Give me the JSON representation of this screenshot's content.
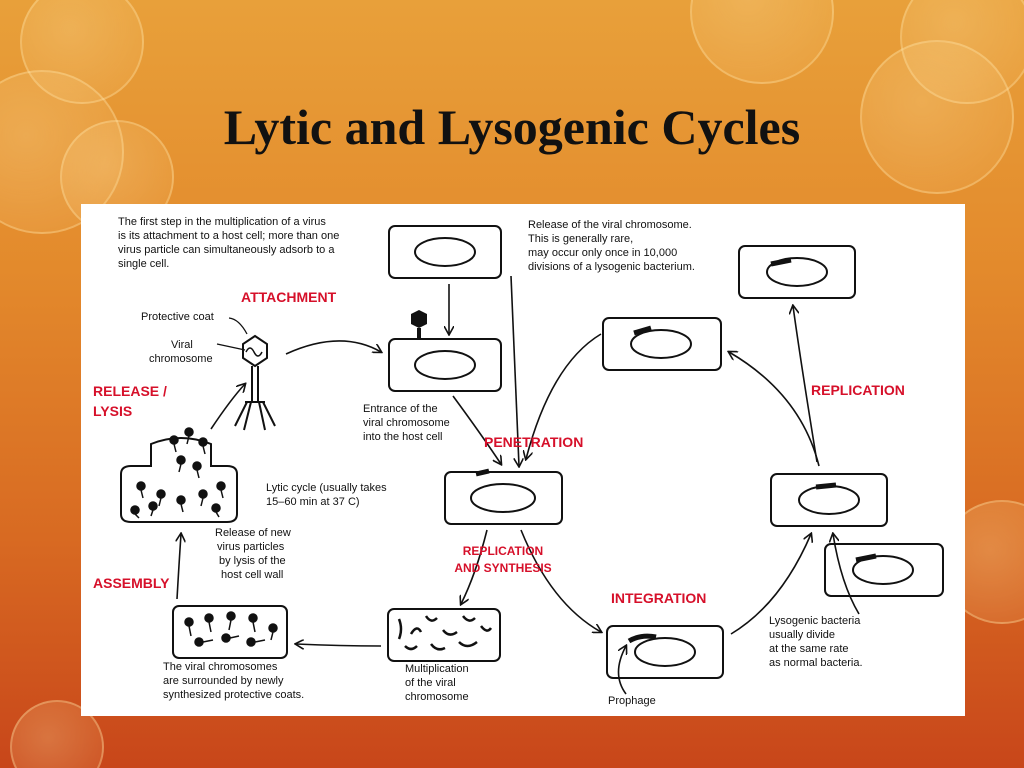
{
  "title": "Lytic and Lysogenic Cycles",
  "labels": {
    "attachment": "ATTACHMENT",
    "release": "RELEASE /",
    "lysis": "LYSIS",
    "penetration": "PENETRATION",
    "replication_right": "REPLICATION",
    "replication_synthesis_1": "REPLICATION",
    "replication_synthesis_2": "AND SYNTHESIS",
    "assembly": "ASSEMBLY",
    "integration": "INTEGRATION"
  },
  "notes": {
    "first_step": [
      "The first step in the multiplication of a virus",
      "is its attachment to a host cell; more than one",
      "virus particle can simultaneously adsorb to a",
      "single cell."
    ],
    "protective_coat": "Protective coat",
    "viral_chromosome": [
      "Viral",
      "chromosome"
    ],
    "release_chromosome": [
      "Release of the viral chromosome.",
      "This is generally rare,",
      "may occur only once in 10,000",
      "divisions of a lysogenic bacterium."
    ],
    "entrance": [
      "Entrance of the",
      "viral chromosome",
      "into the host cell"
    ],
    "lytic_cycle": [
      "Lytic cycle (usually takes",
      "15–60 min  at 37 C)"
    ],
    "release_new": [
      "Release of new",
      "virus particles",
      "by lysis of the",
      "host cell wall"
    ],
    "surrounded": [
      "The viral chromosomes",
      "are surrounded by newly",
      "synthesized protective coats."
    ],
    "multiplication": [
      "Multiplication",
      "of the viral",
      "chromosome"
    ],
    "lysogenic_divide": [
      "Lysogenic bacteria",
      "usually divide",
      "at the same rate",
      "as normal bacteria."
    ],
    "prophage": "Prophage"
  }
}
